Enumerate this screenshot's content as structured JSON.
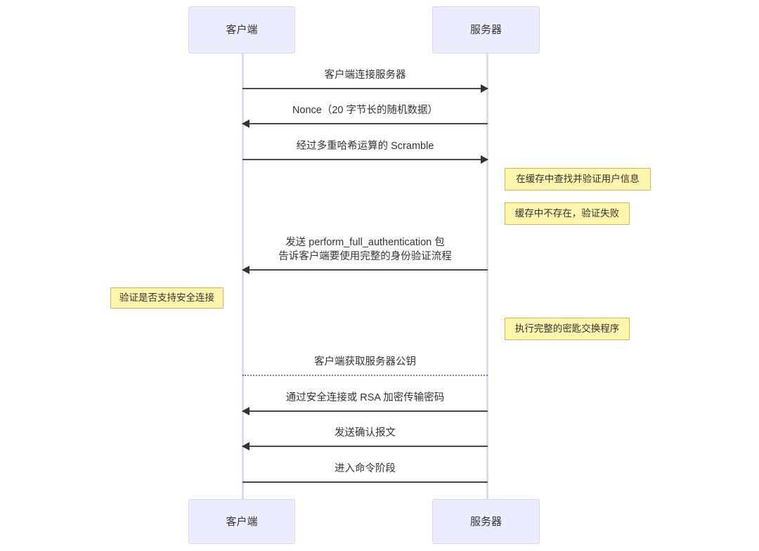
{
  "diagram": {
    "type": "sequence-diagram",
    "colors": {
      "actor_fill": "#ECECFF",
      "actor_border": "#D6D6F5",
      "lifeline": "#DCDCF5",
      "note_fill": "#FFF5AD",
      "note_border": "#CCB84D",
      "arrow": "#333333",
      "text": "#333333",
      "background": "#ffffff"
    },
    "participants": [
      {
        "id": "client",
        "label": "客户端"
      },
      {
        "id": "server",
        "label": "服务器"
      }
    ],
    "participants_bottom": [
      {
        "id": "client",
        "label": "客户端"
      },
      {
        "id": "server",
        "label": "服务器"
      }
    ],
    "messages": [
      {
        "from": "client",
        "to": "server",
        "direction": "right",
        "style": "solid",
        "label": "客户端连接服务器"
      },
      {
        "from": "server",
        "to": "client",
        "direction": "left",
        "style": "solid",
        "label": "Nonce（20 字节长的随机数据）"
      },
      {
        "from": "client",
        "to": "server",
        "direction": "right",
        "style": "solid",
        "label": "经过多重哈希运算的 Scramble"
      },
      {
        "from": "server",
        "to": "client",
        "direction": "left",
        "style": "solid",
        "label": "发送 perform_full_authentication 包\n告诉客户端要使用完整的身份验证流程"
      },
      {
        "from": "client",
        "to": "server",
        "direction": "none",
        "style": "dotted",
        "label": "客户端获取服务器公钥"
      },
      {
        "from": "server",
        "to": "client",
        "direction": "left",
        "style": "solid",
        "label": "通过安全连接或 RSA 加密传输密码"
      },
      {
        "from": "server",
        "to": "client",
        "direction": "left",
        "style": "solid",
        "label": "发送确认报文"
      },
      {
        "from": "client",
        "to": "server",
        "direction": "none",
        "style": "solid",
        "label": "进入命令阶段"
      }
    ],
    "notes": [
      {
        "side": "right",
        "label": "在缓存中查找并验证用户信息"
      },
      {
        "side": "right",
        "label": "缓存中不存在，验证失败"
      },
      {
        "side": "left",
        "label": "验证是否支持安全连接"
      },
      {
        "side": "right",
        "label": "执行完整的密匙交换程序"
      }
    ]
  }
}
